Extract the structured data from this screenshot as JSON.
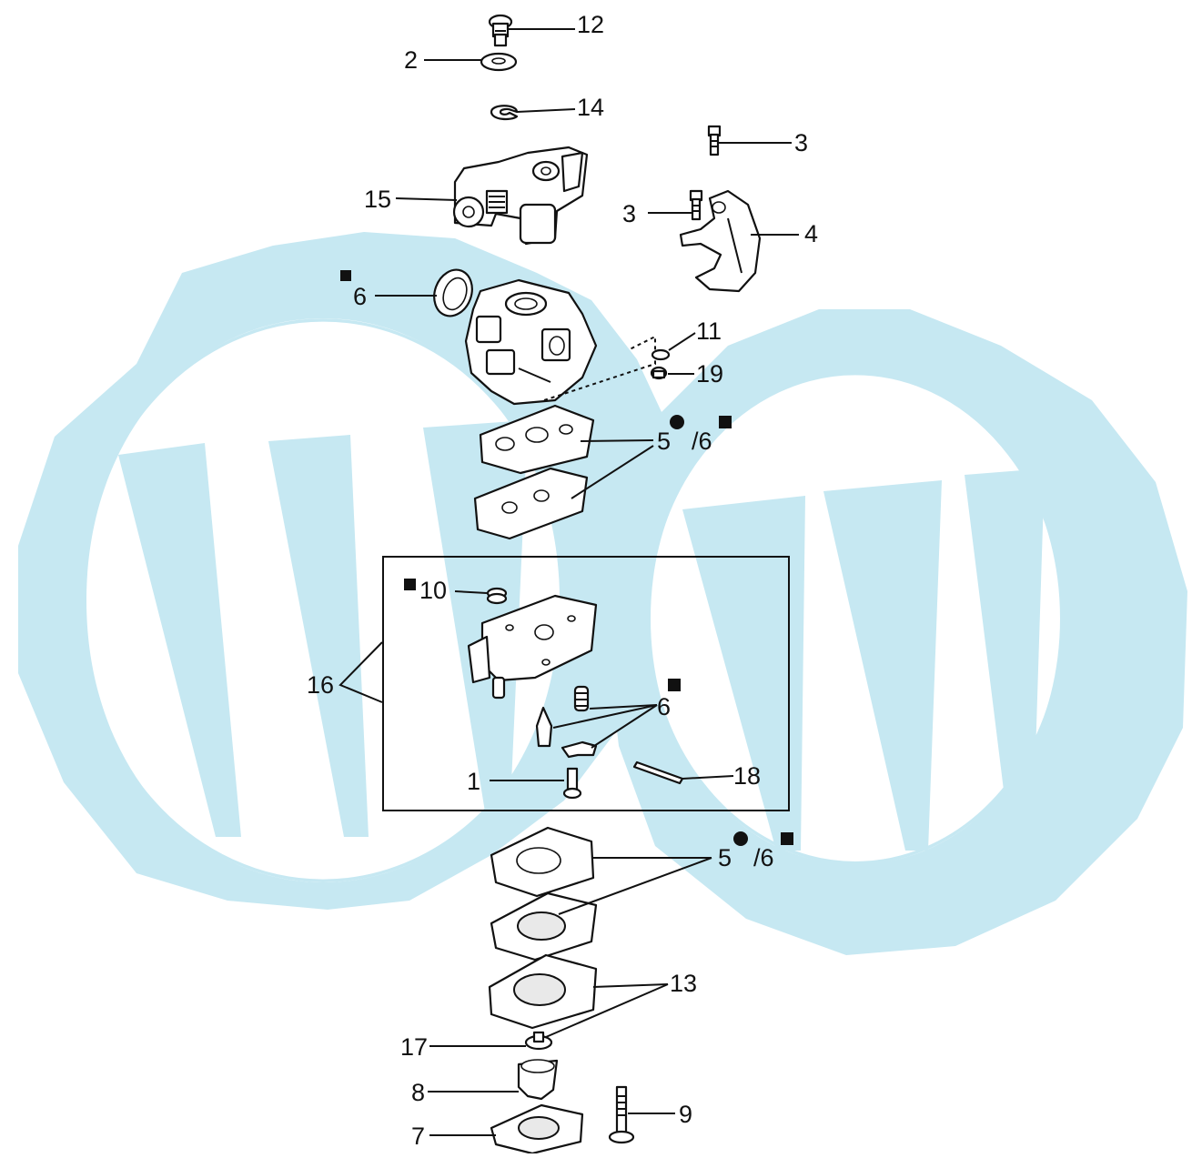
{
  "diagram": {
    "labels": {
      "l12": "12",
      "l2": "2",
      "l14": "14",
      "l3a": "3",
      "l15": "15",
      "l3b": "3",
      "l4": "4",
      "l6a": "6",
      "l11": "11",
      "l19": "19",
      "l5a": "5",
      "l6b": "/6",
      "l10": "10",
      "l16": "16",
      "l6c": "6",
      "l1": "1",
      "l18": "18",
      "l5b": "5",
      "l6d": "/6",
      "l13": "13",
      "l17": "17",
      "l8": "8",
      "l9": "9",
      "l7": "7"
    },
    "colors": {
      "line": "#111111",
      "watermark": "#c6e8f2",
      "background": "#ffffff"
    }
  }
}
